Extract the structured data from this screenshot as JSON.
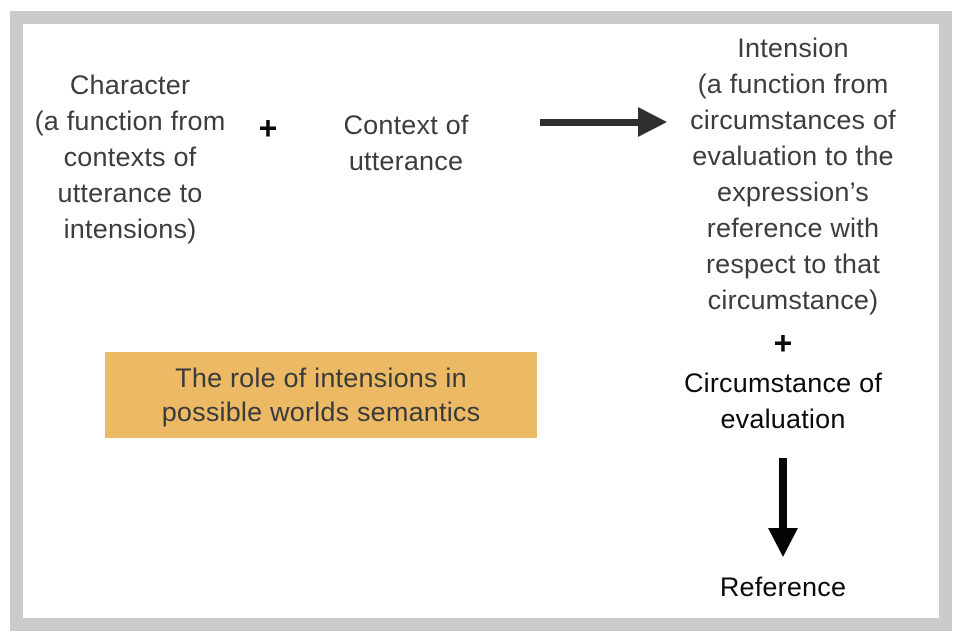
{
  "blocks": {
    "character": {
      "lines": [
        "Character",
        "(a function from",
        "contexts of",
        "utterance to",
        "intensions)"
      ]
    },
    "plus_left": "+",
    "context": {
      "lines": [
        "Context of",
        "utterance"
      ]
    },
    "intension": {
      "lines": [
        "Intension",
        "(a function from",
        "circumstances of",
        "evaluation to the",
        "expression’s",
        "reference with",
        "respect to that",
        "circumstance)"
      ]
    },
    "plus_right": "+",
    "circumstance": {
      "lines": [
        "Circumstance of",
        "evaluation"
      ]
    },
    "reference": "Reference",
    "highlight": {
      "lines": [
        "The role of intensions in",
        "possible worlds semantics"
      ]
    }
  },
  "icons": {
    "arrow_right": "right-arrow-icon",
    "arrow_down": "down-arrow-icon"
  },
  "colors": {
    "frame_gray": "#cbcbcb",
    "text_gray": "#3d3d3d",
    "text_black": "#0a0a0a",
    "arrow_dark": "#2f2f2f",
    "arrow_black": "#050505",
    "highlight_bg": "#ecb964"
  }
}
